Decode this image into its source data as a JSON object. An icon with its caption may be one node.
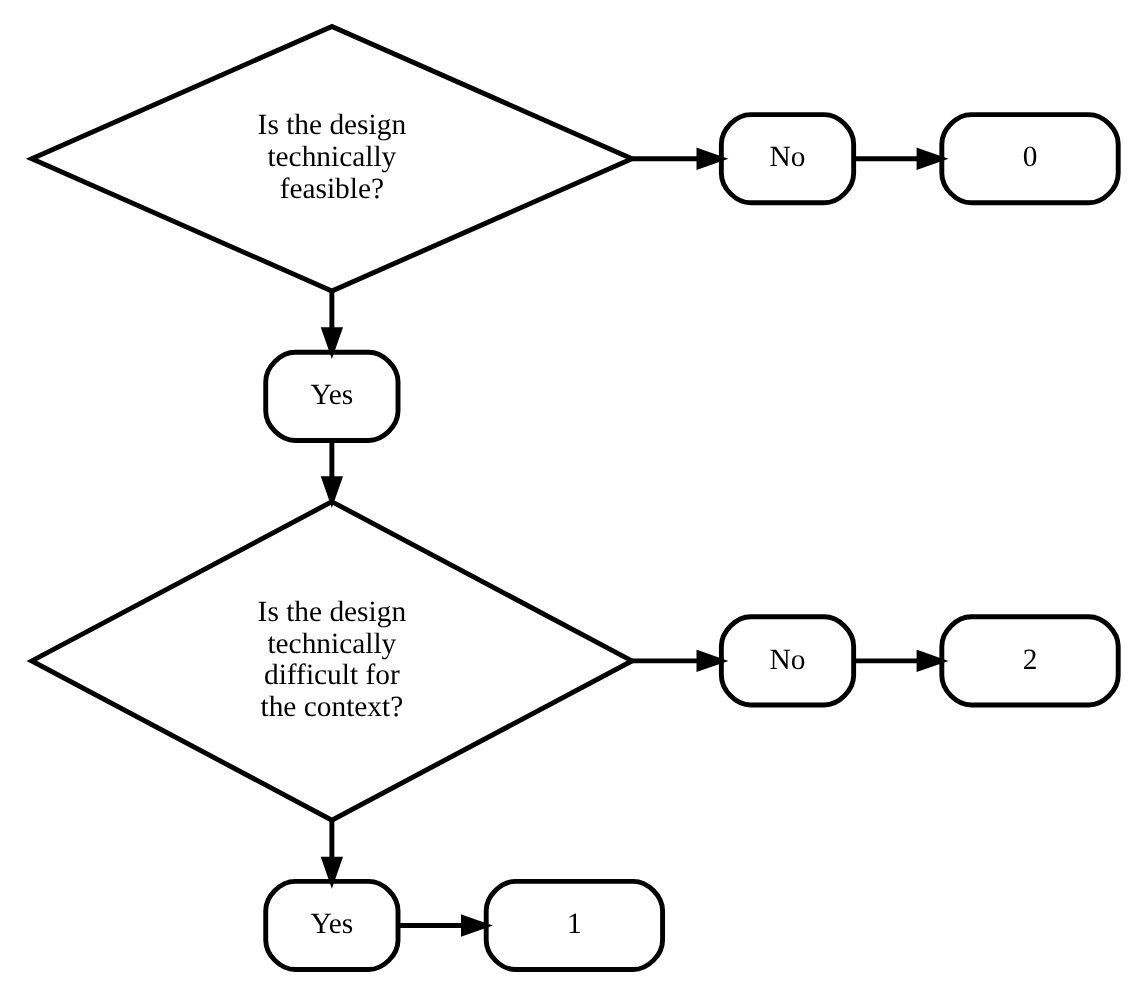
{
  "diagram": {
    "nodes": [
      {
        "text": [
          "Is the design technically feasible?"
        ]
      },
      {
        "text": [
          "No"
        ]
      },
      {
        "text": [
          "0"
        ]
      },
      {
        "text": [
          "Yes"
        ]
      },
      {
        "text": [
          "Is the design technically difficult for the context?"
        ]
      },
      {
        "text": [
          "No"
        ]
      },
      {
        "text": [
          "2"
        ]
      },
      {
        "text": [
          "Yes"
        ]
      },
      {
        "text": [
          "1"
        ]
      }
    ],
    "edges": [
      {
        "from": 0,
        "to": 1,
        "arrow": "to"
      },
      {
        "from": 1,
        "to": 2,
        "arrow": "to"
      },
      {
        "from": 0,
        "to": 3,
        "arrow": "to"
      },
      {
        "from": 3,
        "to": 4,
        "arrow": "to"
      },
      {
        "from": 4,
        "to": 5,
        "arrow": "to"
      },
      {
        "from": 5,
        "to": 6,
        "arrow": "to"
      },
      {
        "from": 4,
        "to": 7,
        "arrow": "to"
      },
      {
        "from": 7,
        "to": 8,
        "arrow": "to"
      }
    ]
  }
}
